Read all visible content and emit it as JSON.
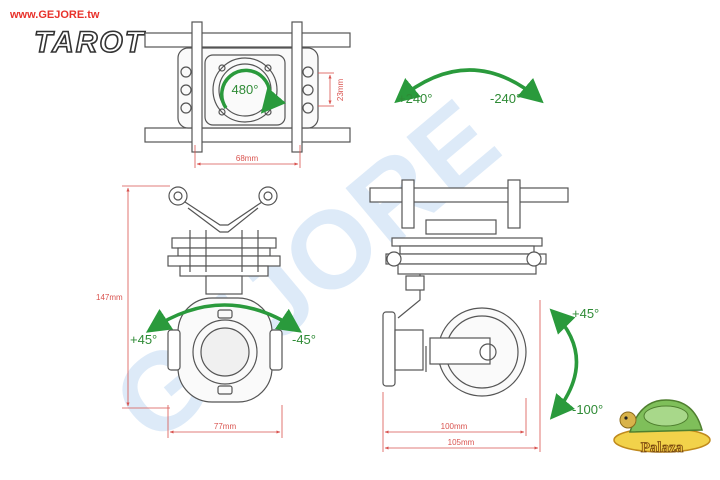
{
  "header": {
    "website": "www.GEJORE.tw",
    "brand": "TAROT"
  },
  "watermark": {
    "text": "GEJORE"
  },
  "top_view": {
    "rotation_label": "480°",
    "height_dim": "23mm",
    "width_dim": "68mm"
  },
  "yaw_range": {
    "plus": "+240°",
    "minus": "-240°"
  },
  "front_view": {
    "height_dim": "147mm",
    "width_dim": "77mm",
    "roll_plus": "+45°",
    "roll_minus": "-45°"
  },
  "side_view": {
    "width_dim_inner": "100mm",
    "width_dim_outer": "105mm",
    "tilt_plus": "+45°",
    "tilt_minus": "-100°"
  },
  "badge": {
    "text": "Palaza"
  },
  "colors": {
    "website_red": "#e8322b",
    "dimension_red": "#d9534f",
    "arrow_green": "#2a9a3c",
    "label_green": "#2f8b36",
    "line_gray": "#555555",
    "watermark_blue": "#cfe2f6"
  }
}
